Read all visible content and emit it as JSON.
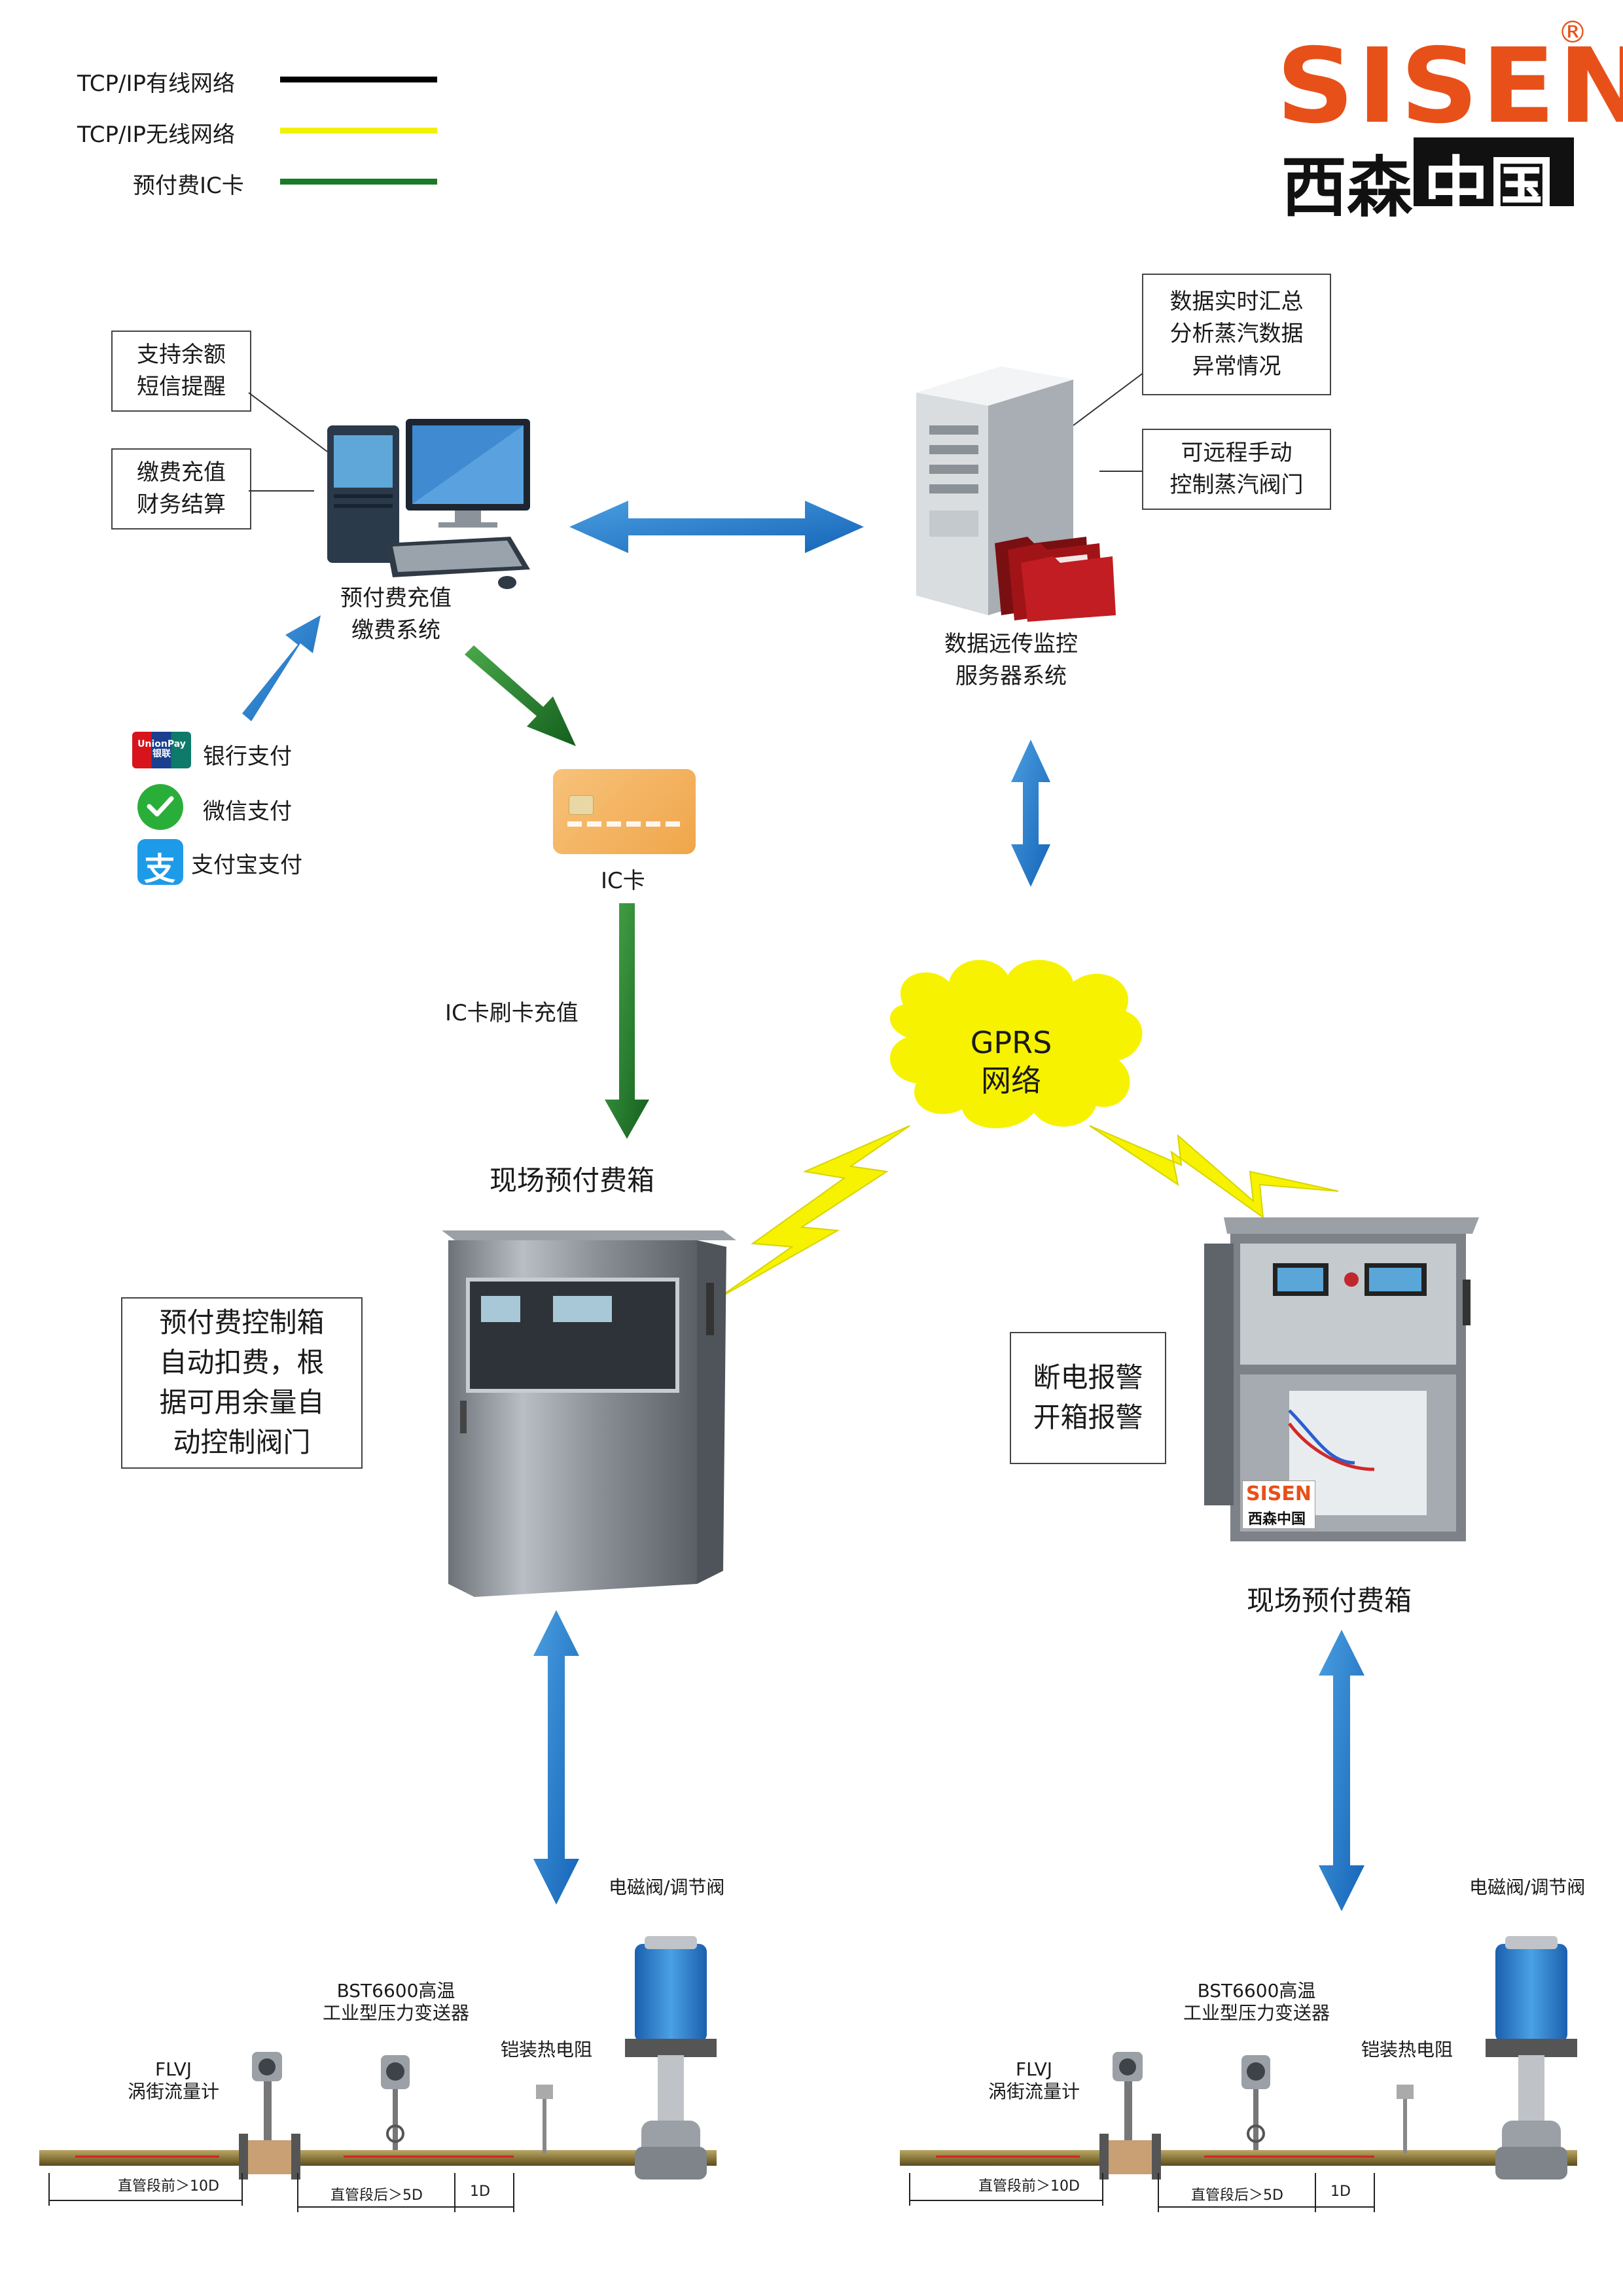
{
  "legend": {
    "items": [
      {
        "label": "TCP/IP有线网络",
        "color": "#000000"
      },
      {
        "label": "TCP/IP无线网络",
        "color": "#f2f200"
      },
      {
        "label": "预付费IC卡",
        "color": "#1a7a2a"
      }
    ]
  },
  "brand": {
    "logo_text": "SISEN",
    "registered": "®",
    "cn_left": "西森",
    "cn_right": "中国",
    "color": "#e8501a"
  },
  "prepay_system": {
    "note1": [
      "支持余额",
      "短信提醒"
    ],
    "note2": [
      "缴费充值",
      "财务结算"
    ],
    "caption": [
      "预付费充值",
      "缴费系统"
    ]
  },
  "server_system": {
    "note1": [
      "数据实时汇总",
      "分析蒸汽数据",
      "异常情况"
    ],
    "note2": [
      "可远程手动",
      "控制蒸汽阀门"
    ],
    "caption": [
      "数据远传监控",
      "服务器系统"
    ]
  },
  "payments": [
    {
      "label": "银行支付",
      "icon": "unionpay-icon",
      "icon_text": "UnionPay 银联"
    },
    {
      "label": "微信支付",
      "icon": "wechat-pay-icon"
    },
    {
      "label": "支付宝支付",
      "icon": "alipay-icon",
      "icon_text": "支"
    }
  ],
  "ic_card": {
    "label": "IC卡",
    "flow_label": "IC卡刷卡充值"
  },
  "gprs": {
    "line1": "GPRS",
    "line2": "网络"
  },
  "box_left": {
    "title": "现场预付费箱",
    "note": [
      "预付费控制箱",
      "自动扣费，根",
      "据可用余量自",
      "动控制阀门"
    ]
  },
  "box_right": {
    "title": "现场预付费箱",
    "note": [
      "断电报警",
      "开箱报警"
    ],
    "sticker_logo": "SISEN",
    "sticker_cn": "西森中国"
  },
  "pipeline_left": {
    "valve_label": "电磁阀/调节阀",
    "transmitter_label": [
      "BST6600高温",
      "工业型压力变送器"
    ],
    "rtd_label": "铠装热电阻",
    "flowmeter_label": [
      "FLVJ",
      "涡街流量计"
    ],
    "dim_before": "直管段前＞10D",
    "dim_after": "直管段后＞5D",
    "dim_1d": "1D"
  },
  "pipeline_right": {
    "valve_label": "电磁阀/调节阀",
    "transmitter_label": [
      "BST6600高温",
      "工业型压力变送器"
    ],
    "rtd_label": "铠装热电阻",
    "flowmeter_label": [
      "FLVJ",
      "涡街流量计"
    ],
    "dim_before": "直管段前＞10D",
    "dim_after": "直管段后＞5D",
    "dim_1d": "1D"
  }
}
